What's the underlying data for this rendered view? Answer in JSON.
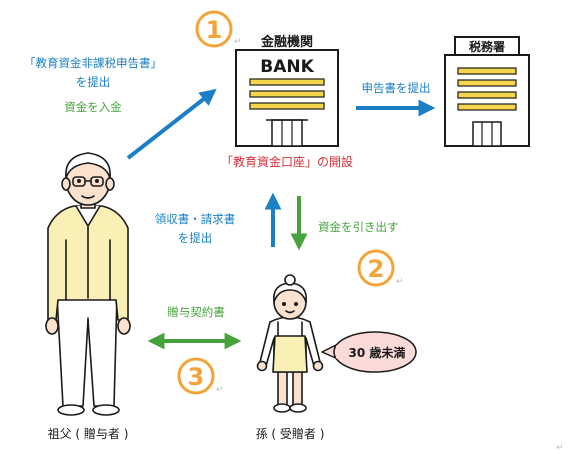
{
  "steps": {
    "one": "1",
    "two": "2",
    "three": "3"
  },
  "bank": {
    "heading": "金融機関",
    "sign": "BANK"
  },
  "tax_office": {
    "heading": "税務署"
  },
  "labels": {
    "submit_form_line1": "「教育資金非課税申告書」",
    "submit_form_line2": "を提出",
    "deposit": "資金を入金",
    "file_form": "申告書を提出",
    "open_account": "「教育資金口座」の開設",
    "receipt_line1": "領収書・請求書",
    "receipt_line2": "を提出",
    "withdraw": "資金を引き出す",
    "gift_contract": "贈与契約書",
    "age_limit": "30 歳未満"
  },
  "people": {
    "grandfather": "祖父 ( 贈与者 )",
    "grandchild": "孫 ( 受贈者 )"
  },
  "colors": {
    "blue": "#1a7fc4",
    "green": "#46a33b",
    "red": "#d6303a",
    "orange": "#f2a43a",
    "yellow": "#f6d74b",
    "skin": "#fbe2cf",
    "bubble": "#fbdada",
    "sweater": "#f8f0b4"
  },
  "marks": {
    "return": "↵"
  }
}
